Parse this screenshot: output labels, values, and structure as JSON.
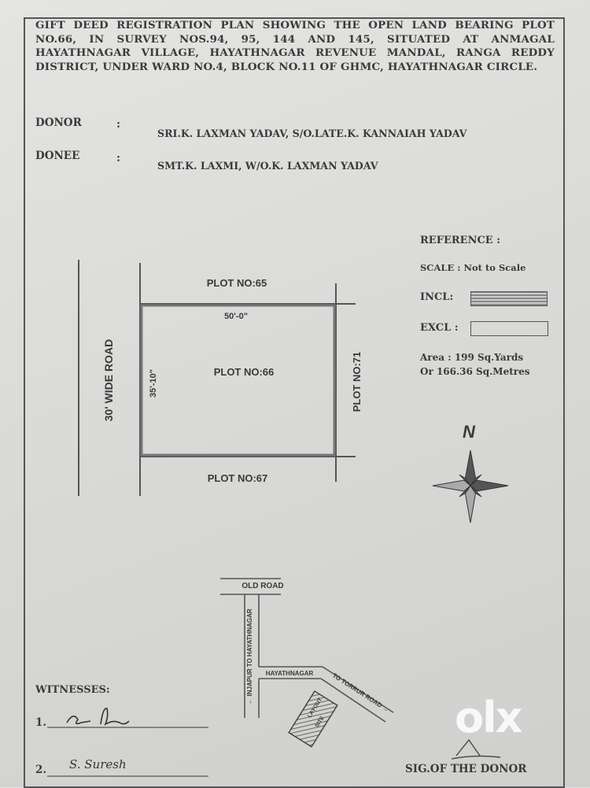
{
  "title": "GIFT DEED REGISTRATION PLAN SHOWING THE OPEN LAND BEARING PLOT NO.66, IN SURVEY NOS.94, 95, 144 AND 145, SITUATED AT ANMAGAL HAYATHNAGAR VILLAGE, HAYATHNAGAR REVENUE MANDAL, RANGA REDDY DISTRICT, UNDER WARD NO.4, BLOCK NO.11 OF GHMC, HAYATHNAGAR CIRCLE.",
  "donor": {
    "label": "DONOR",
    "sep": ":",
    "value": "SRI.K. LAXMAN YADAV, S/O.LATE.K. KANNAIAH YADAV"
  },
  "donee": {
    "label": "DONEE",
    "sep": ":",
    "value": "SMT.K. LAXMI, W/O.K. LAXMAN YADAV"
  },
  "reference": {
    "heading": "REFERENCE :",
    "scale": "SCALE : Not to Scale",
    "incl": "INCL:",
    "excl": "EXCL :",
    "area1": "Area : 199 Sq.Yards",
    "area2": "Or 166.36 Sq.Metres"
  },
  "plan": {
    "road": "30' WIDE ROAD",
    "north_plot": "PLOT NO:65",
    "width": "50'-0\"",
    "depth": "35'-10\"",
    "plot": "PLOT NO:66",
    "east_plot": "PLOT NO:71",
    "south_plot": "PLOT NO:67",
    "north": "N"
  },
  "location_map": {
    "old_road": "OLD ROAD",
    "vertical_road": "← INJAPUR TO HAYATHNAGAR",
    "road1": "HAYATHNAGAR",
    "road2": "TO TORRUR ROAD →",
    "site1": "LAYOUT",
    "site2": "SITE"
  },
  "witnesses": {
    "heading": "WITNESSES:",
    "w1": "1.",
    "w2": "2.",
    "sig2": "S. Suresh"
  },
  "donor_signature": "SIG.OF THE DONOR",
  "watermark": "OLX"
}
